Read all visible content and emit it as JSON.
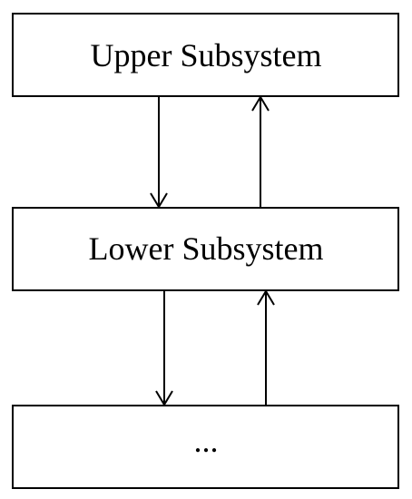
{
  "boxes": {
    "upper": {
      "label": "Upper Subsystem"
    },
    "lower": {
      "label": "Lower Subsystem"
    },
    "bottom": {
      "label": "..."
    }
  },
  "connections": [
    {
      "from": "upper",
      "to": "lower",
      "direction": "down"
    },
    {
      "from": "lower",
      "to": "upper",
      "direction": "up"
    },
    {
      "from": "lower",
      "to": "bottom",
      "direction": "down"
    },
    {
      "from": "bottom",
      "to": "lower",
      "direction": "up"
    }
  ]
}
